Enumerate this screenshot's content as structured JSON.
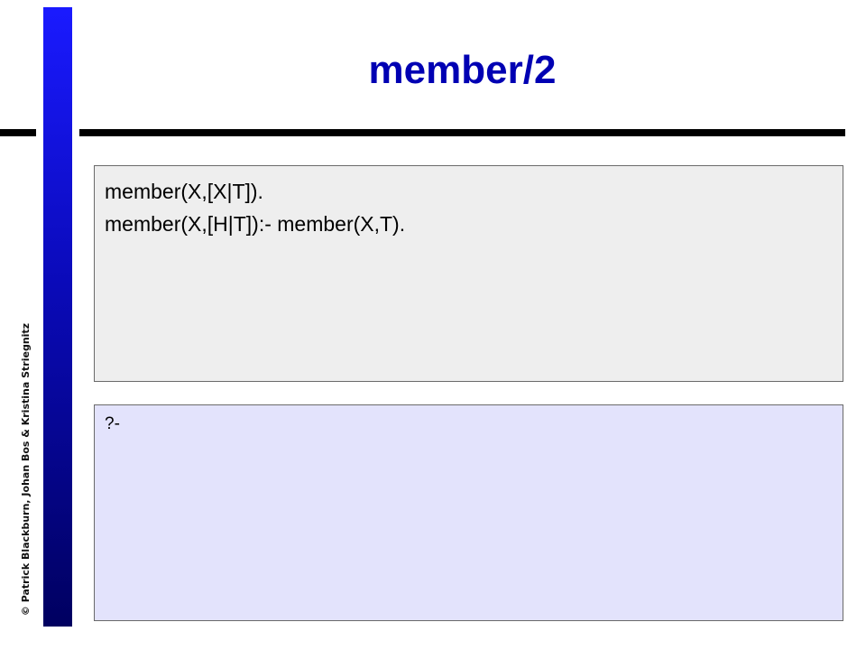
{
  "slide": {
    "title": "member/2",
    "copyright": "© Patrick Blackburn, Johan Bos & Kristina Striegnitz"
  },
  "program": {
    "lines": [
      "member(X,[X|T]).",
      "member(X,[H|T]):- member(X,T)."
    ]
  },
  "query": {
    "prompt": "?-"
  },
  "colors": {
    "title": "#0000b3",
    "sidebar_top": "#1a1aff",
    "sidebar_bottom": "#000060",
    "program_bg": "#eeeeee",
    "query_bg": "#e3e3fc"
  }
}
